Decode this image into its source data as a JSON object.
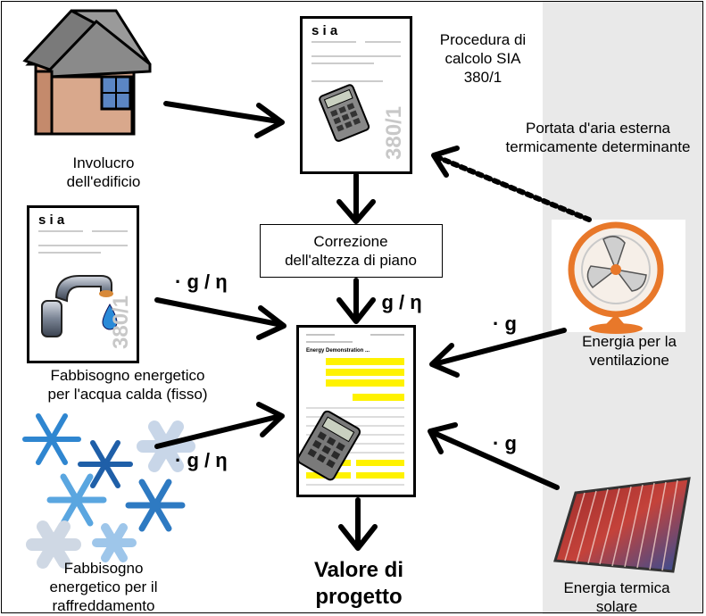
{
  "labels": {
    "involucro": "Involucro\ndell'edificio",
    "procedura": "Procedura di\ncalcolo SIA\n380/1",
    "portata": "Portata d'aria esterna\ntermicamente determinante",
    "correzione": "Correzione\ndell'altezza di piano",
    "acqua_calda": "Fabbisogno energetico\nper l'acqua calda (fisso)",
    "ventilazione": "Energia per la\nventilazione",
    "raffreddamento": "Fabbisogno\nenergetico per il\nraffreddamento",
    "valore": "Valore di\nprogetto",
    "solare": "Energia termica\nsolare"
  },
  "factors": {
    "acqua": "· g / η",
    "correzione": "· g / η",
    "ventilazione": "· g",
    "raffreddamento": "· g / η",
    "solare": "· g"
  },
  "doc": {
    "sia_logo": "s i a",
    "norm": "380/1",
    "form_title": "Energy Demonstration ..."
  },
  "colors": {
    "panel": "#e9e9e9",
    "form_highlight": "#fff200",
    "arrow": "#000000",
    "fan": "#e8782a",
    "snow": "#2b7bbf"
  }
}
